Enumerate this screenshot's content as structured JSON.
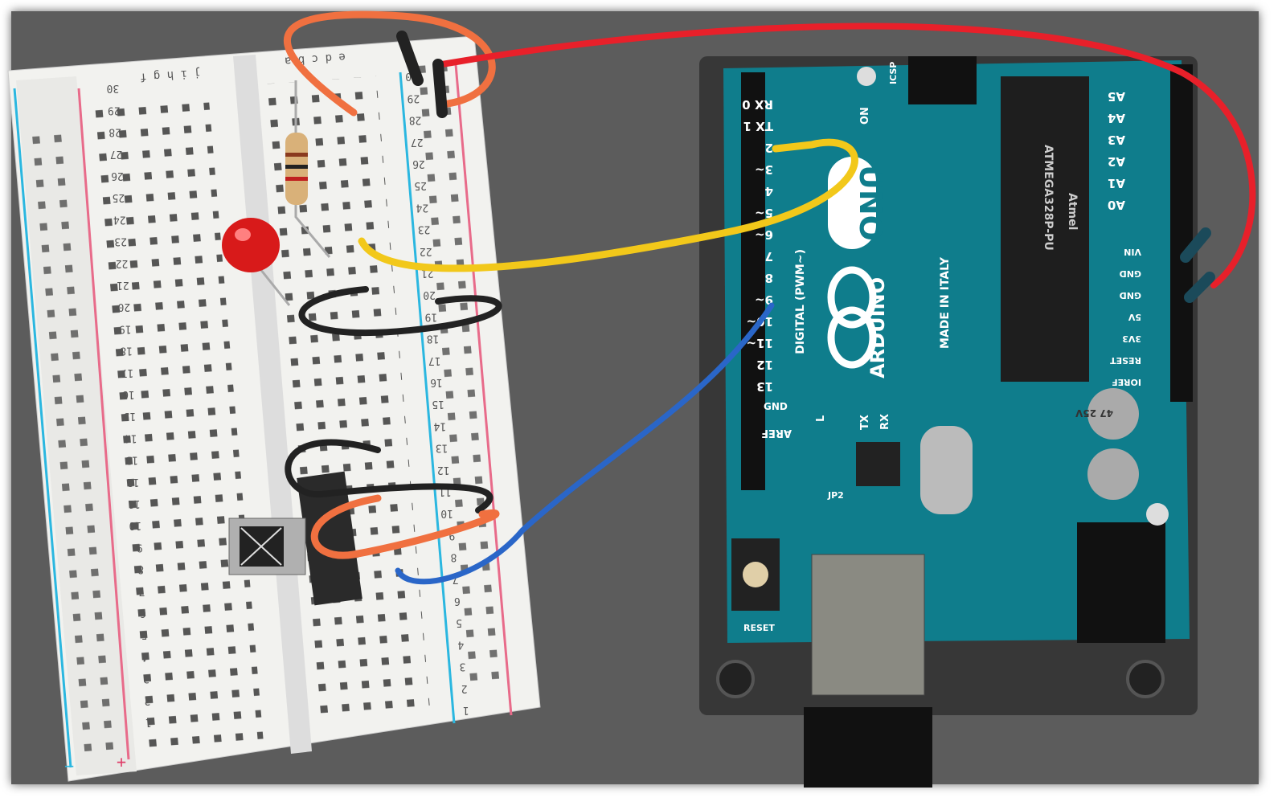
{
  "scene": {
    "background_color": "#5c5c5c",
    "breadboard_color": "#f2f2ef",
    "board_color": "#0f7d8c",
    "wire_colors": {
      "red": "#e8202a",
      "orange": "#f07040",
      "yellow": "#f2c81a",
      "black": "#222222",
      "blue": "#2a66c8"
    }
  },
  "arduino": {
    "brand": "ARDUINO",
    "model": "UNO",
    "made_in": "MADE IN ITALY",
    "digital_label": "DIGITAL (PWM~)",
    "aref": "AREF",
    "gnd": "GND",
    "reset": "RESET",
    "icsp": "ICSP",
    "on": "ON",
    "tx": "TX",
    "rx": "RX",
    "l": "L",
    "jp2": "JP2",
    "chip": "ATMEGA328P-PU",
    "chip_brand": "Atmel",
    "capacitor": "47 25V",
    "pins_digital": [
      "RX 0",
      "TX 1",
      "2",
      "3~",
      "4",
      "5~",
      "6~",
      "7",
      "8",
      "9~",
      "10~",
      "11~",
      "12",
      "13"
    ],
    "pins_analog": [
      "A0",
      "A1",
      "A2",
      "A3",
      "A4",
      "A5"
    ],
    "power_pins": [
      "VIN",
      "GND",
      "GND",
      "5V",
      "3V3",
      "RESET",
      "IOREF"
    ]
  },
  "breadboard": {
    "columns_left": [
      "j",
      "i",
      "h",
      "g",
      "f"
    ],
    "columns_right": [
      "e",
      "d",
      "c",
      "b",
      "a"
    ],
    "rows": [
      "1",
      "2",
      "3",
      "4",
      "5",
      "6",
      "7",
      "8",
      "9",
      "10",
      "11",
      "12",
      "13",
      "14",
      "15",
      "16",
      "17",
      "18",
      "19",
      "20",
      "21",
      "22",
      "23",
      "24",
      "25",
      "26",
      "27",
      "28",
      "29",
      "30"
    ],
    "rail_minus": "−",
    "rail_plus": "+"
  }
}
